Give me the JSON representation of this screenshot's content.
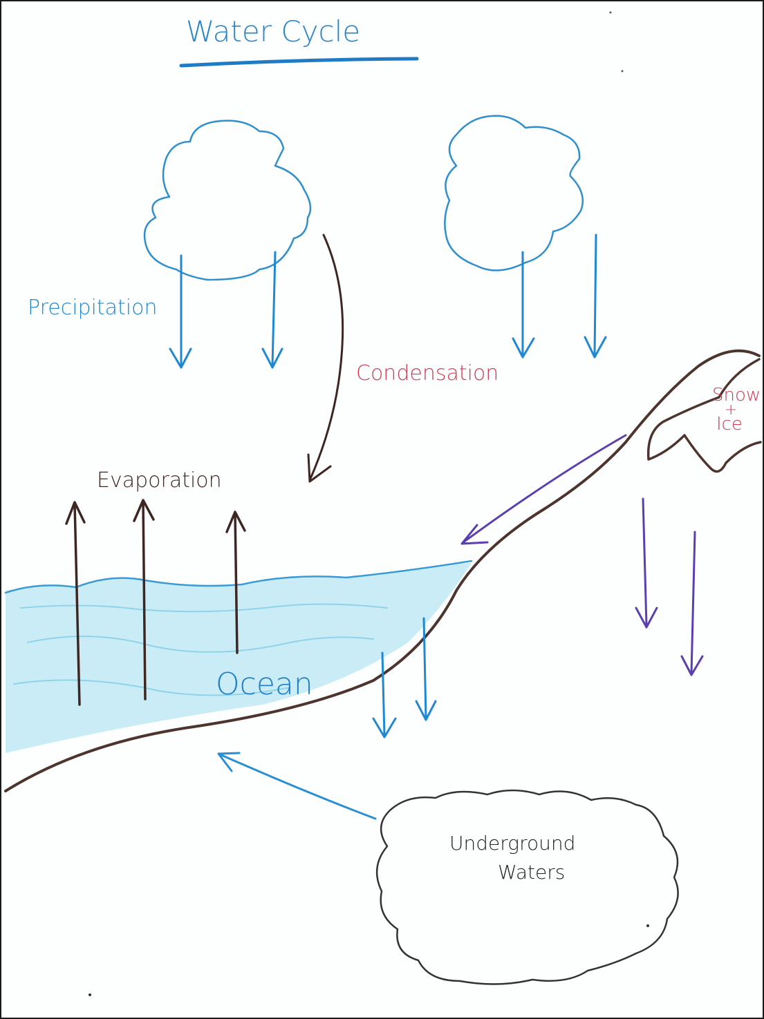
{
  "title": "Water Cycle",
  "labels": {
    "precipitation": "Precipitation",
    "condensation": "Condensation",
    "evaporation": "Evaporation",
    "ocean": "Ocean",
    "snow": "Snow",
    "plus": "+",
    "ice": "Ice",
    "underground_line1": "Underground",
    "underground_line2": "Waters"
  },
  "colors": {
    "title": "#2a86c8",
    "cloud": "#2f8fcc",
    "rain_arrow": "#1f88d0",
    "condensation_text": "#d23a55",
    "snow_text": "#d23a55",
    "earth": "#4e342e",
    "evaporation_arrow": "#3e2723",
    "ocean_fill": "#bfe9f4",
    "ocean_text": "#1f7ec4",
    "melt_arrow": "#5b3fb0",
    "underground_outline": "#333333",
    "return_arrow": "#2a8fd0"
  }
}
